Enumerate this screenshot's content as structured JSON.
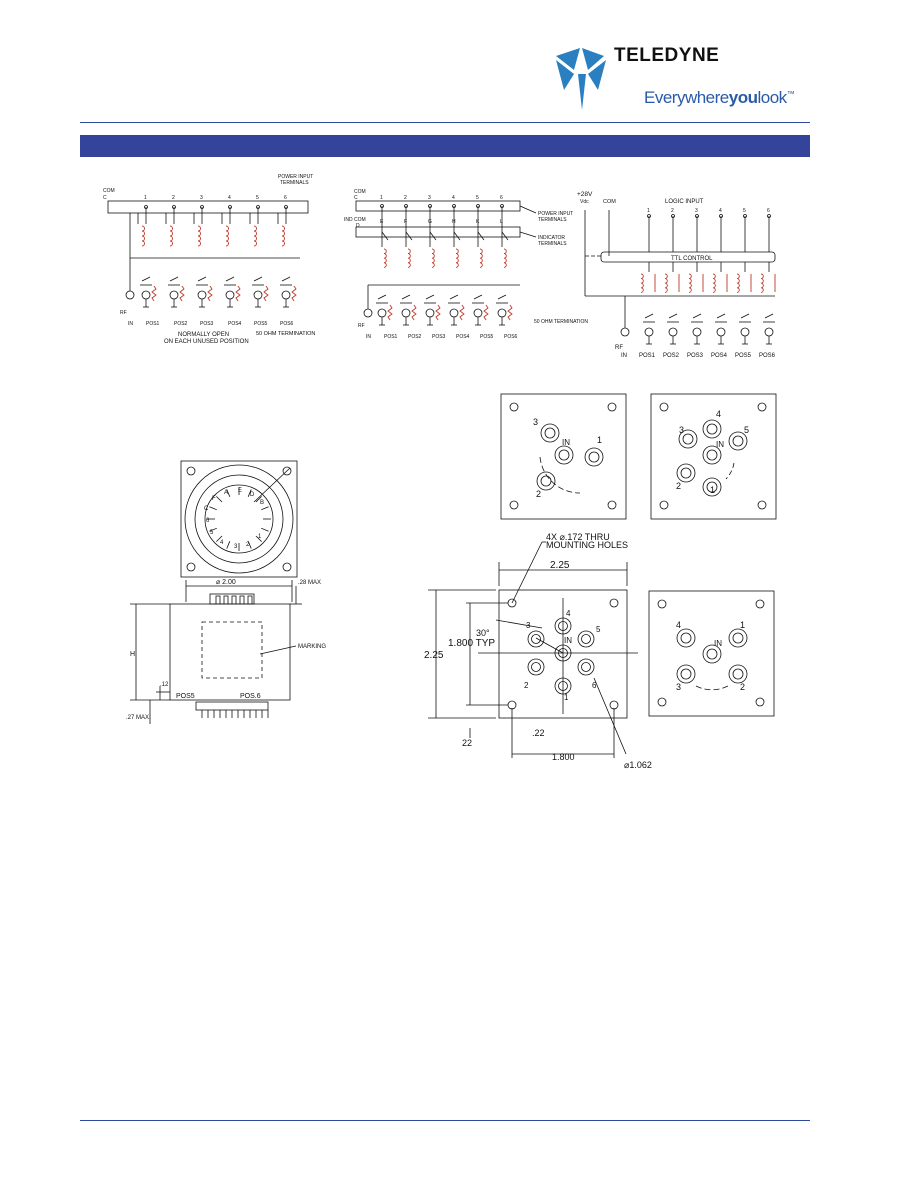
{
  "brand": {
    "name": "TELEDYNE",
    "tagline_parts": [
      "Everywhere",
      "you",
      "look"
    ],
    "tagline_tm": "™",
    "color_primary": "#33449a",
    "color_logo": "#2a7fc0"
  },
  "schematic1": {
    "com": "COM",
    "com_sub": "C",
    "terminals": [
      "1",
      "2",
      "3",
      "4",
      "5",
      "6"
    ],
    "power_label_1": "POWER INPUT",
    "power_label_2": "TERMINALS",
    "rf": "RF",
    "rf_in": "IN",
    "positions": [
      "POS1",
      "POS2",
      "POS3",
      "POS4",
      "POS5",
      "POS6"
    ],
    "note_1": "NORMALLY OPEN",
    "note_2": "ON EACH UNUSED POSITION",
    "termination": "50 OHM TERMINATION"
  },
  "schematic2": {
    "com": "COM",
    "com_sub": "C",
    "ind_com": "IND COM",
    "ind_sub": "D",
    "terminals": [
      "1",
      "2",
      "3",
      "4",
      "5",
      "6"
    ],
    "ind_terminals": [
      "E",
      "F",
      "G",
      "H",
      "K",
      "L"
    ],
    "power_label_1": "POWER INPUT",
    "power_label_2": "TERMINALS",
    "ind_label_1": "INDICATOR",
    "ind_label_2": "TERMINALS",
    "rf": "RF",
    "rf_in": "IN",
    "positions": [
      "POS1",
      "POS2",
      "POS3",
      "POS4",
      "POS5",
      "POS6"
    ],
    "termination": "50 OHM TERMINATION"
  },
  "schematic3": {
    "voltage": "+28V",
    "vdc": "Vdc",
    "com": "COM",
    "logic": "LOGIC INPUT",
    "terminals": [
      "1",
      "2",
      "3",
      "4",
      "5",
      "6"
    ],
    "ttl": "TTL CONTROL",
    "rf": "RF",
    "rf_in": "IN",
    "positions": [
      "POS1",
      "POS2",
      "POS3",
      "POS4",
      "POS5",
      "POS6"
    ]
  },
  "top_view": {
    "ring": [
      "C",
      "F",
      "A",
      "E",
      "D",
      "B",
      "6",
      "5",
      "4",
      "3",
      "2",
      "1"
    ]
  },
  "side_view": {
    "dia": "⌀ 2.00",
    "max28": ".28 MAX",
    "h": "H",
    "marking": "MARKING",
    "d12": ".12",
    "d27": ".27 MAX.",
    "pos5": "POS5",
    "pos6": "POS.6"
  },
  "mount": {
    "holes_1": "4X ⌀.172 THRU",
    "holes_2": "MOUNTING HOLES",
    "w": "2.25",
    "h": "2.25",
    "angle": "30°",
    "typ": "1.800 TYP",
    "in": "IN",
    "d22a": ".22",
    "d22b": "22",
    "w1800": "1.800",
    "dia": "⌀1.062",
    "ports": [
      "1",
      "2",
      "3",
      "4",
      "5",
      "6"
    ]
  },
  "small_views": {
    "view3_ports": [
      "1",
      "2",
      "3"
    ],
    "view5_ports": [
      "1",
      "2",
      "3",
      "4",
      "5"
    ],
    "view4_ports": [
      "1",
      "2",
      "3",
      "4"
    ],
    "in": "IN"
  }
}
